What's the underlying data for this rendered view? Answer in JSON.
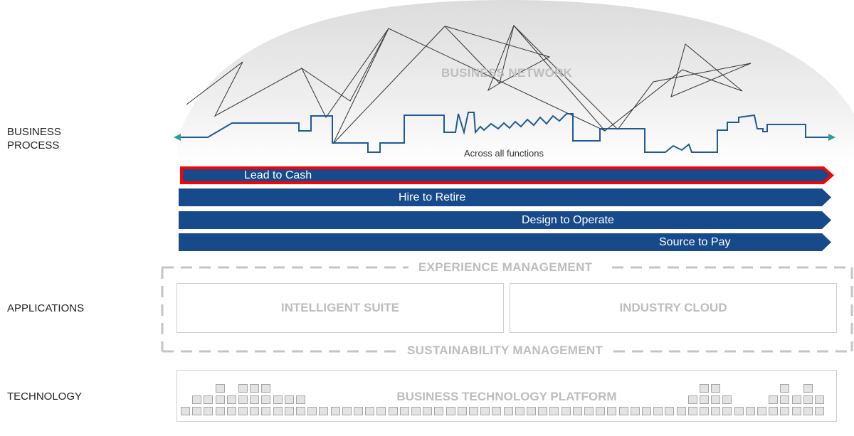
{
  "labels": {
    "business_process": [
      "BUSINESS",
      "PROCESS"
    ],
    "applications": "APPLICATIONS",
    "technology": "TECHNOLOGY"
  },
  "network": {
    "title": "BUSINESS NETWORK",
    "subtitle": "Across all functions"
  },
  "processes": [
    "Lead  to Cash",
    "Hire to Retire",
    "Design to Operate",
    "Source to Pay"
  ],
  "applications": {
    "top": "EXPERIENCE MANAGEMENT",
    "bottom": "SUSTAINABILITY MANAGEMENT",
    "suite": "INTELLIGENT SUITE",
    "cloud": "INDUSTRY CLOUD"
  },
  "technology": {
    "title": "BUSINESS TECHNOLOGY PLATFORM"
  },
  "colors": {
    "process_arrow": "#174a8b",
    "highlight": "#ff0000",
    "skyline": "#1f5a96",
    "skyline_arrowhead": "#2aa198",
    "network_lines": "#333333",
    "muted_text": "#bdbdbd"
  }
}
